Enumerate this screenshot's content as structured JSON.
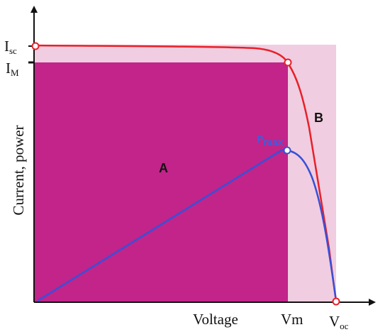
{
  "labels": {
    "y_axis": "Current, power",
    "x_axis": "Voltage",
    "isc_main": "I",
    "isc_sub": "sc",
    "im_main": "I",
    "im_sub": "M",
    "vm": "Vm",
    "voc_main": "V",
    "voc_sub": "oc",
    "pmax_main": "P",
    "pmax_sub": "max",
    "region_a": "A",
    "region_b": "B"
  },
  "colors": {
    "region_a_fill": "#c2248a",
    "region_b_fill": "#f0cde0",
    "iv_curve": "#e8202a",
    "pv_curve": "#3a4fd6",
    "pmax_label": "#3a5fe0",
    "axis": "#111111"
  }
}
